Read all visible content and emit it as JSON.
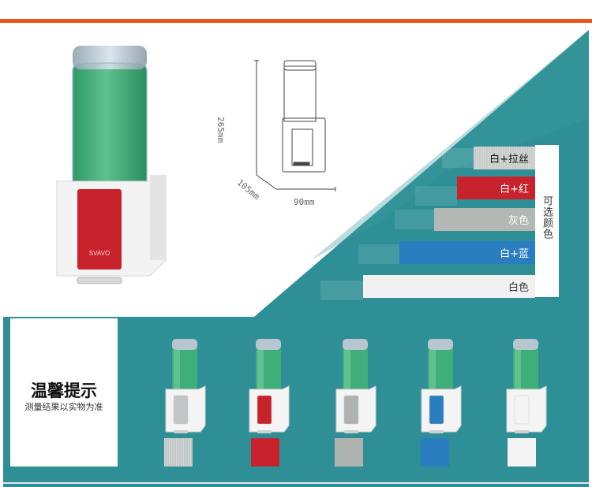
{
  "dimensions": {
    "height": "265mm",
    "depth": "105mm",
    "width": "90mm"
  },
  "brand_badge": "SVAVO",
  "color_options": {
    "label": "可选颜色",
    "items": [
      {
        "label": "白+拉丝",
        "color": "#c9cbcb",
        "text_color": "#111111"
      },
      {
        "label": "白+红",
        "color": "#c8232c",
        "text_color": "#ffffff"
      },
      {
        "label": "灰色",
        "color": "#b3b8b5",
        "text_color": "#ffffff"
      },
      {
        "label": "白+蓝",
        "color": "#2a7ec0",
        "text_color": "#ffffff"
      },
      {
        "label": "白色",
        "color": "#f1f1f1",
        "text_color": "#333333"
      }
    ]
  },
  "notice": {
    "title": "温馨提示",
    "subtitle": "测量结果以实物为准"
  },
  "variants": [
    {
      "name": "brushed",
      "color": "#c2c6c7"
    },
    {
      "name": "red",
      "color": "#c8232c"
    },
    {
      "name": "grey",
      "color": "#aeb3b0"
    },
    {
      "name": "blue",
      "color": "#2a7ec0"
    },
    {
      "name": "white",
      "color": "#f4f4f4"
    }
  ],
  "colors": {
    "accent_rule": "#e8561e",
    "teal": "#2e8f96",
    "liquid": "#3fae78"
  }
}
